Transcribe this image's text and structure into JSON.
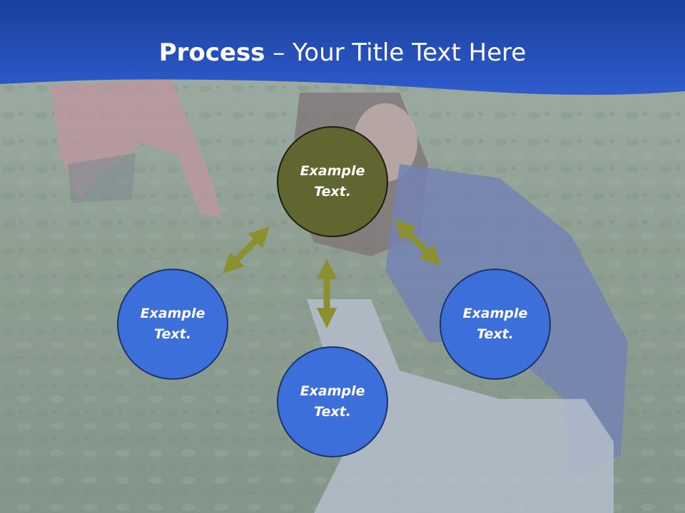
{
  "slide": {
    "title_bold": "Process",
    "title_rest": " – Your Title Text Here",
    "nodes": {
      "top": "Example\nText.",
      "left": "Example\nText.",
      "right": "Example\nText.",
      "bottom": "Example\nText."
    }
  },
  "colors": {
    "header_blue": "#2a55c4",
    "node_blue": "#3c6fd9",
    "node_olive": "#616530",
    "arrow_olive": "#8c9030"
  }
}
